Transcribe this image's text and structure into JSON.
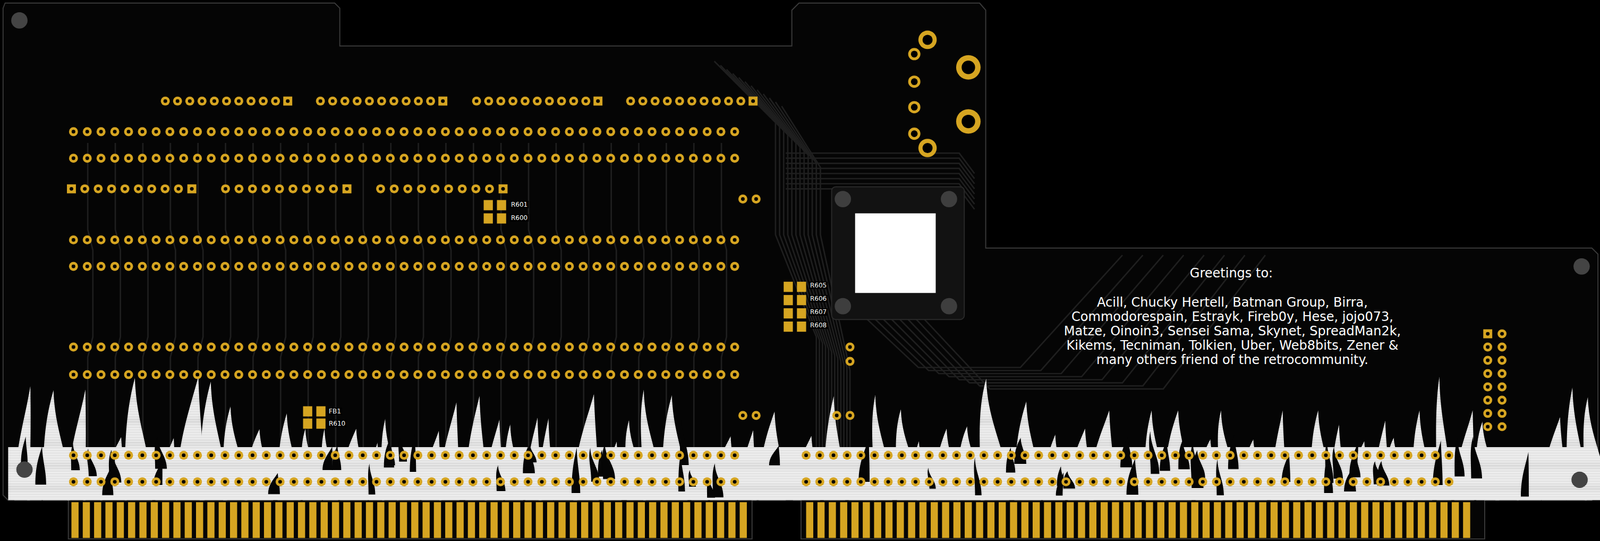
{
  "diagram": {
    "labels": [
      "R601",
      "R600",
      "R605",
      "R606",
      "R607",
      "R608",
      "FB1",
      "R610",
      "Greetings to:",
      "Acill, Chucky Hertell, Batman Group, Birra, Commodorespain, Estrayk, Fireb0y, Hese, jojo073, Matze, Oinoin3, Sensei Sama, Skynet, SpreadMan2k, Kikems, Tecniman, Tolkien, Uber, Web8bits, Zener & many others friend of the retrocommunity."
    ]
  }
}
